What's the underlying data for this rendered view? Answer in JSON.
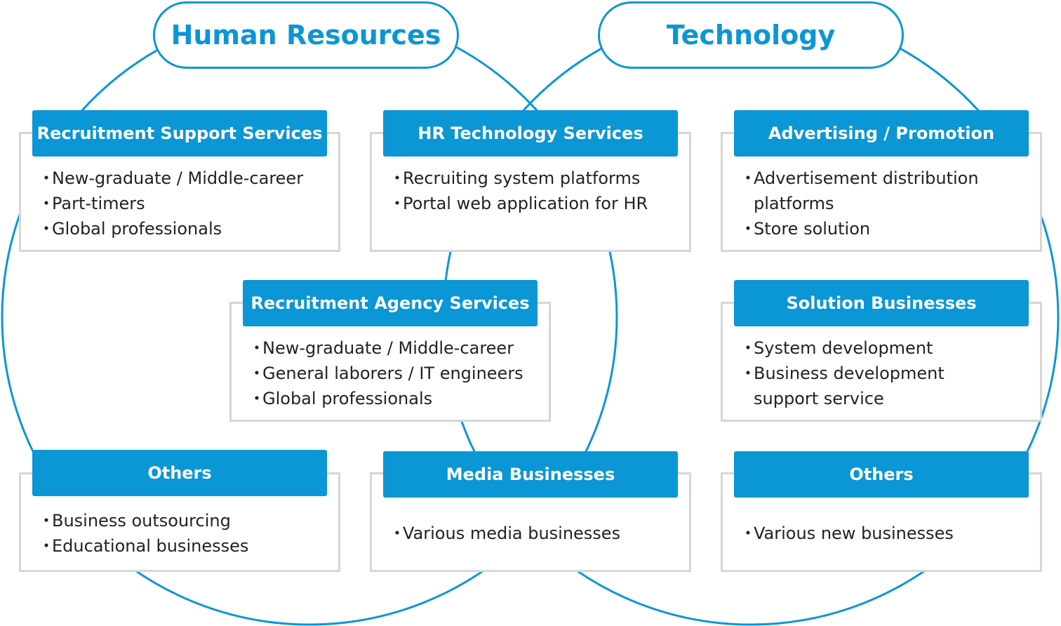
{
  "colors": {
    "accent": "#0b96d5",
    "box_border": "#d6d6d6",
    "text": "#222222"
  },
  "categories": {
    "human_resources": "Human Resources",
    "technology": "Technology"
  },
  "bullet_glyph": "・",
  "boxes": {
    "recruitment_support": {
      "title": "Recruitment Support Services",
      "items": [
        "New-graduate / Middle-career",
        "Part-timers",
        "Global professionals"
      ]
    },
    "hr_technology": {
      "title": "HR Technology Services",
      "items": [
        "Recruiting system platforms",
        "Portal web application for HR"
      ]
    },
    "advertising": {
      "title": "Advertising /  Promotion",
      "items": [
        "Advertisement distribution",
        "platforms",
        "Store solution"
      ]
    },
    "recruitment_agency": {
      "title": "Recruitment Agency Services",
      "items": [
        "New-graduate / Middle-career",
        "General laborers / IT engineers",
        "Global professionals"
      ]
    },
    "solution": {
      "title": "Solution Businesses",
      "items": [
        "System development",
        "Business development",
        "support service"
      ]
    },
    "others_hr": {
      "title": "Others",
      "items": [
        "Business outsourcing",
        "Educational businesses"
      ]
    },
    "media": {
      "title": "Media Businesses",
      "items": [
        "Various media businesses"
      ]
    },
    "others_tech": {
      "title": "Others",
      "items": [
        "Various new businesses"
      ]
    }
  }
}
